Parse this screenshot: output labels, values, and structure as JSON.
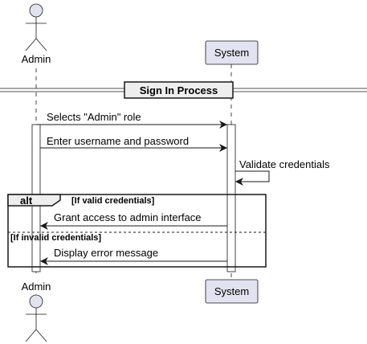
{
  "participants": {
    "admin": {
      "label": "Admin",
      "kind": "actor"
    },
    "system": {
      "label": "System",
      "kind": "participant"
    }
  },
  "divider": {
    "label": "Sign In Process"
  },
  "messages": [
    {
      "from": "admin",
      "to": "system",
      "label": "Selects \"Admin\" role"
    },
    {
      "from": "admin",
      "to": "system",
      "label": "Enter username and password"
    },
    {
      "from": "system",
      "to": "system",
      "label": "Validate credentials"
    },
    {
      "from": "system",
      "to": "admin",
      "label": "Grant access to admin interface"
    },
    {
      "from": "system",
      "to": "admin",
      "label": "Display error message"
    }
  ],
  "fragment": {
    "keyword": "alt",
    "guard_1": "[If valid credentials]",
    "guard_2": "[If invalid credentials]"
  },
  "colors": {
    "participant_fill": "#E2E2F0",
    "participant_stroke": "#181818",
    "line": "#181818",
    "divider_fill": "#EEEEEE",
    "lifeline": "#181818"
  }
}
